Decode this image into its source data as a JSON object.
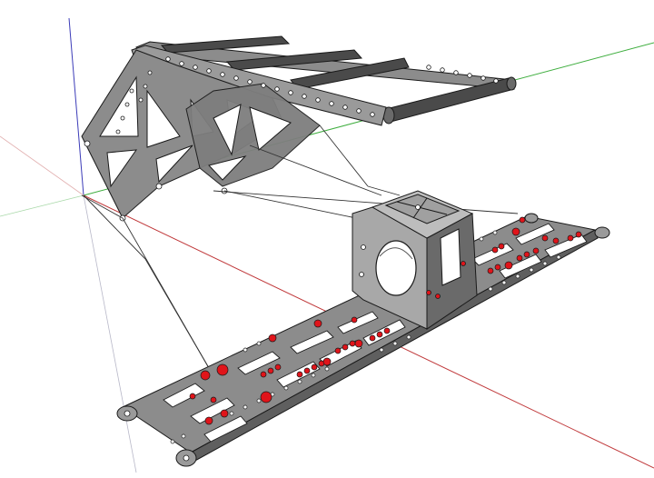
{
  "viewport": {
    "name": "3d-modeling-viewport",
    "background": "#ffffff"
  },
  "colors": {
    "axis_red": "#c0393b",
    "axis_green": "#3fae3f",
    "axis_blue": "#3b3bb8",
    "part_fill": "#8c8c8c",
    "part_dark": "#555555",
    "part_light": "#b4b4b4",
    "outline": "#1a1a1a",
    "highlight_red": "#e0141a"
  },
  "model": {
    "parts": [
      "truss-frame",
      "motor-mount-block",
      "base-rail-plate",
      "guide-lines"
    ]
  }
}
